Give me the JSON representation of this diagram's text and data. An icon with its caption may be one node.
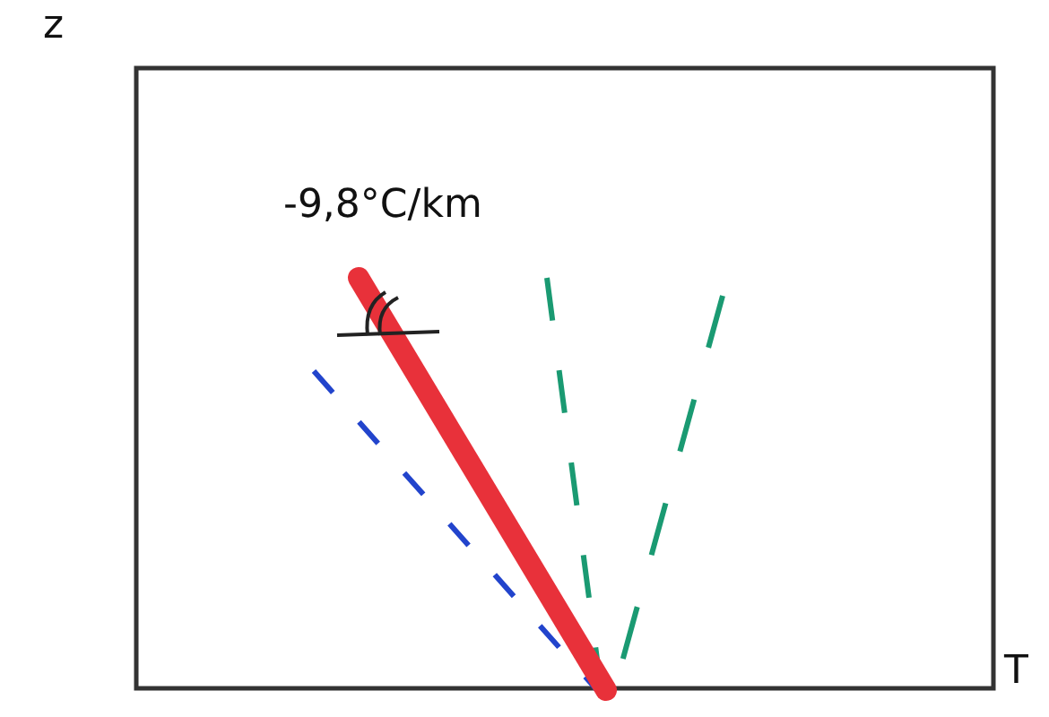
{
  "diagram": {
    "labels": [
      "z",
      "T",
      "-9,8°C/km"
    ]
  }
}
